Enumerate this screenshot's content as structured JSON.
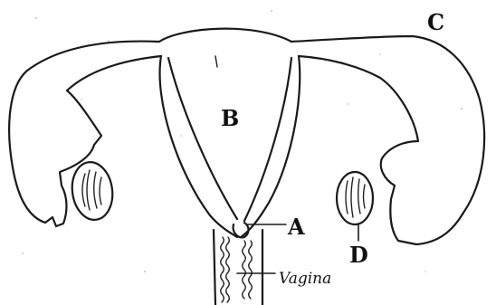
{
  "labels": {
    "a": "A",
    "b": "B",
    "c": "C",
    "d": "D",
    "vagina": "Vagina"
  }
}
